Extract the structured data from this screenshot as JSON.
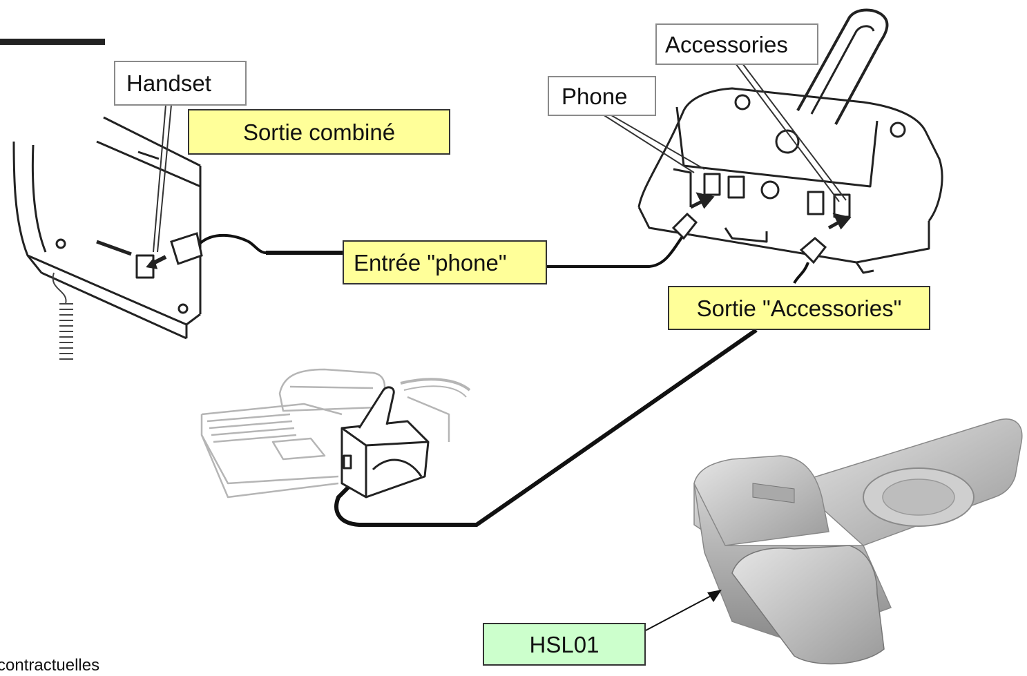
{
  "labels": {
    "handset": "Handset",
    "phone": "Phone",
    "accessories": "Accessories",
    "sortie_combine": "Sortie combiné",
    "entree_phone": "Entrée \"phone\"",
    "sortie_accessories": "Sortie \"Accessories\"",
    "hsl01": "HSL01",
    "footer_fragment": "contractuelles"
  },
  "colors": {
    "callout_yellow": "#ffff99",
    "callout_green": "#ccffcc",
    "cable": "#111111",
    "device_outline": "#333333"
  }
}
